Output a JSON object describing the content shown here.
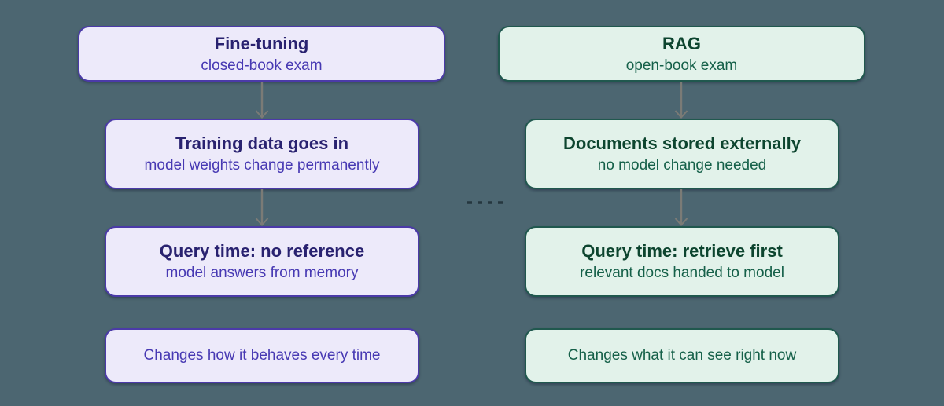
{
  "diagram": {
    "background_color": "#4C6671",
    "arrow_color": "#7B7B76",
    "divider_color": "#25373F"
  },
  "columns": [
    {
      "id": "fine-tuning",
      "theme": {
        "fill": "#EDEAFA",
        "border": "#4B3AA8",
        "title_color": "#292270",
        "subtitle_color": "#4739B3"
      },
      "header": {
        "title": "Fine-tuning",
        "subtitle": "closed-book exam"
      },
      "steps": [
        {
          "title": "Training data goes in",
          "subtitle": "model weights change permanently"
        },
        {
          "title": "Query time: no reference",
          "subtitle": "model answers from memory"
        }
      ],
      "footer": "Changes how it behaves every time"
    },
    {
      "id": "rag",
      "theme": {
        "fill": "#E2F2EA",
        "border": "#20584E",
        "title_color": "#0D452F",
        "subtitle_color": "#156049"
      },
      "header": {
        "title": "RAG",
        "subtitle": "open-book exam"
      },
      "steps": [
        {
          "title": "Documents stored externally",
          "subtitle": "no model change needed"
        },
        {
          "title": "Query time: retrieve first",
          "subtitle": "relevant docs handed to model"
        }
      ],
      "footer": "Changes what it can see right now"
    }
  ]
}
